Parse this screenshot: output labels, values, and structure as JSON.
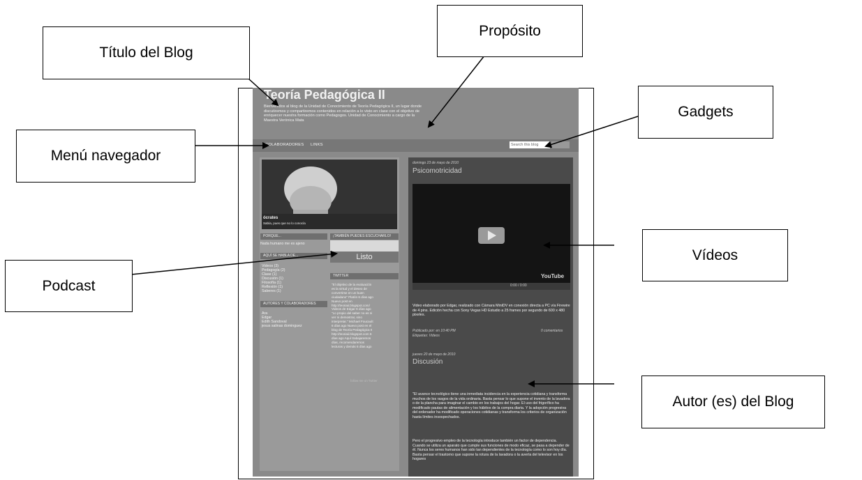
{
  "callouts": {
    "titulo": "Título del Blog",
    "proposito": "Propósito",
    "gadgets": "Gadgets",
    "menu": "Menú navegador",
    "podcast": "Podcast",
    "videos": "Vídeos",
    "autor": "Autor (es) del Blog"
  },
  "blog": {
    "title": "Teoría Pedagógica II",
    "description": "Bienvenidos al blog de la Unidad de Conocimiento de Teoría Pedagógica II, un lugar donde discutiremos y compartiremos contenidos en relación a lo visto en clase con el objetivo de enriquecer nuestra formación como Pedagogos. Unidad de Conocimiento a cargo de la Maestra Verónica Mata",
    "nav": [
      "COLABORADORES",
      "LINKS"
    ],
    "search_placeholder": "Search this blog"
  },
  "sidebar": {
    "header_caption_title": "ócrates",
    "header_caption_sub": "Sabía, pues que no lo conocía",
    "porque_title": "PORQUE...",
    "porque_text": "Nada humano me es ajeno",
    "podcast_title": "¡TAMBIÉN PUEDES ESCUCHARLO!",
    "podcast_status": "Listo",
    "habla_title": "AQUÍ SE HABLA DE...",
    "labels": [
      "Videos (3)",
      "Pedagogía (2)",
      "Clase (1)",
      "Discusión (1)",
      "Filosofía (1)",
      "Reflexión (1)",
      "Saberes (1)"
    ],
    "autores_title": "AUTORES Y COLABORADORES",
    "autores": [
      "Ara",
      "Edgar",
      "Edith Sandoval",
      "jesus salinas dominguez"
    ],
    "twitter_title": "TWITTER",
    "tweets": "\"El objetivo de la evaluación es la virtud y el deseo de convertirse en un buen ciudadano\" Platón 6 días ago  Nuevo post en http://teoriaii.blogspot.com/ Videos de Edgar 6 días ago  \"Lo propio del saber no es ni ver ni demostrar, sino interpretar.\" Michael Foucault 6 días ago  Nuevo post en el blog de Teoría Pedagógica II http://teoriaii.blogspot.com 6 días ago  Aquí trabajaremos días, recomendaremos lecturas y demás 6 días ago",
    "twitter_follow": "follow me on Twitter"
  },
  "posts": {
    "post1_date": "domingo 23 de mayo de 2010",
    "post1_title": "Psicomotricidad",
    "video_brand": "YouTube",
    "video_time": "0:00 / 0:00",
    "post1_text": "Video elaborado por Edgar, realizado con Cámara MiniDV en conexión directa a PC vía Firewire de 4 pins. Edición hecha con Sony Vegas HD Estudio a 25 frames por segundo de 600 x 480 pixeles.",
    "post1_meta": "Publicado por: en 10:40 PM",
    "post1_comments": "0 comentarios",
    "post1_labels": "Etiquetas: Videos",
    "post2_date": "jueves 20 de mayo de 2010",
    "post2_title": "Discusión",
    "post2_text1": "\"El avance tecnológico tiene una inmediata incidencia en la experiencia cotidiana y transforma muchos de los rasgos de la vida ordinaria. Basta pensar lo que supone el invento de la lavadora o de la plancha para imaginar el cambio en los trabajos del hogar. El uso del frigorífico ha modificado pautas de alimentación y los hábitos de la compra diaria. Y la adopción progresiva del ordenador ha modificado operaciones cotidianas y transforma los criterios de organización hasta límites insospechados.",
    "post2_text2": "Pero el progresivo empleo de la tecnología introduce también un factor de dependencia. Cuando se utiliza un aparato que cumple sus funciones de modo eficaz, se pasa a depender de él. Nunca los seres humanos han sido tan dependientes de la tecnología como lo son hoy día. Basta pensar el trastorno que supone la rotura de la lavadora o la avería del televisor en los hogares"
  }
}
